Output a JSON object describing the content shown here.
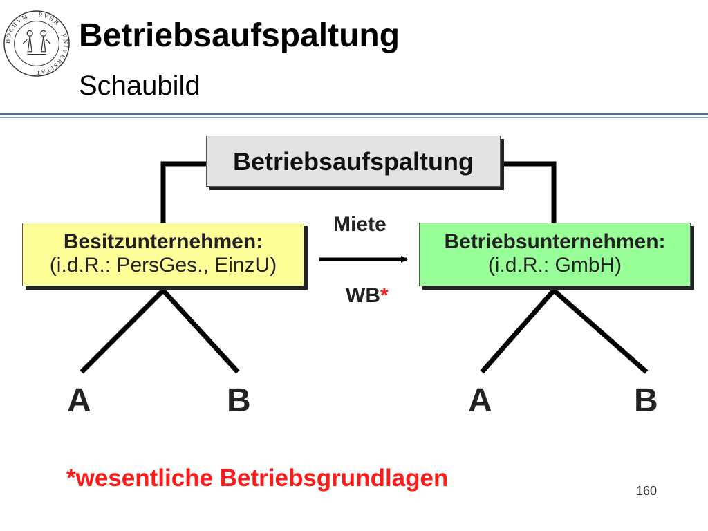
{
  "header": {
    "title": "Betriebsaufspaltung",
    "subtitle": "Schaubild",
    "seal_text": "BOCHVM · RVHR · VNIVERSITAT"
  },
  "diagram": {
    "top_box": {
      "label": "Betriebsaufspaltung",
      "fill": "#e3e3e3"
    },
    "left_box": {
      "title": "Besitzunternehmen:",
      "detail": "(i.d.R.: PersGes., EinzU)",
      "fill": "#ffff99"
    },
    "right_box": {
      "title": "Betriebsunternehmen:",
      "detail": "(i.d.R.: GmbH)",
      "fill": "#99ff99"
    },
    "arrow_label_top": "Miete",
    "arrow_label_bottom": "WB",
    "asterisk": "*",
    "leaf_labels": [
      "A",
      "B",
      "A",
      "B"
    ]
  },
  "footnote": "*wesentliche Betriebsgrundlagen",
  "page_number": "160",
  "colors": {
    "accent": "#4f6f8f",
    "footnote": "#ff1a1a"
  }
}
